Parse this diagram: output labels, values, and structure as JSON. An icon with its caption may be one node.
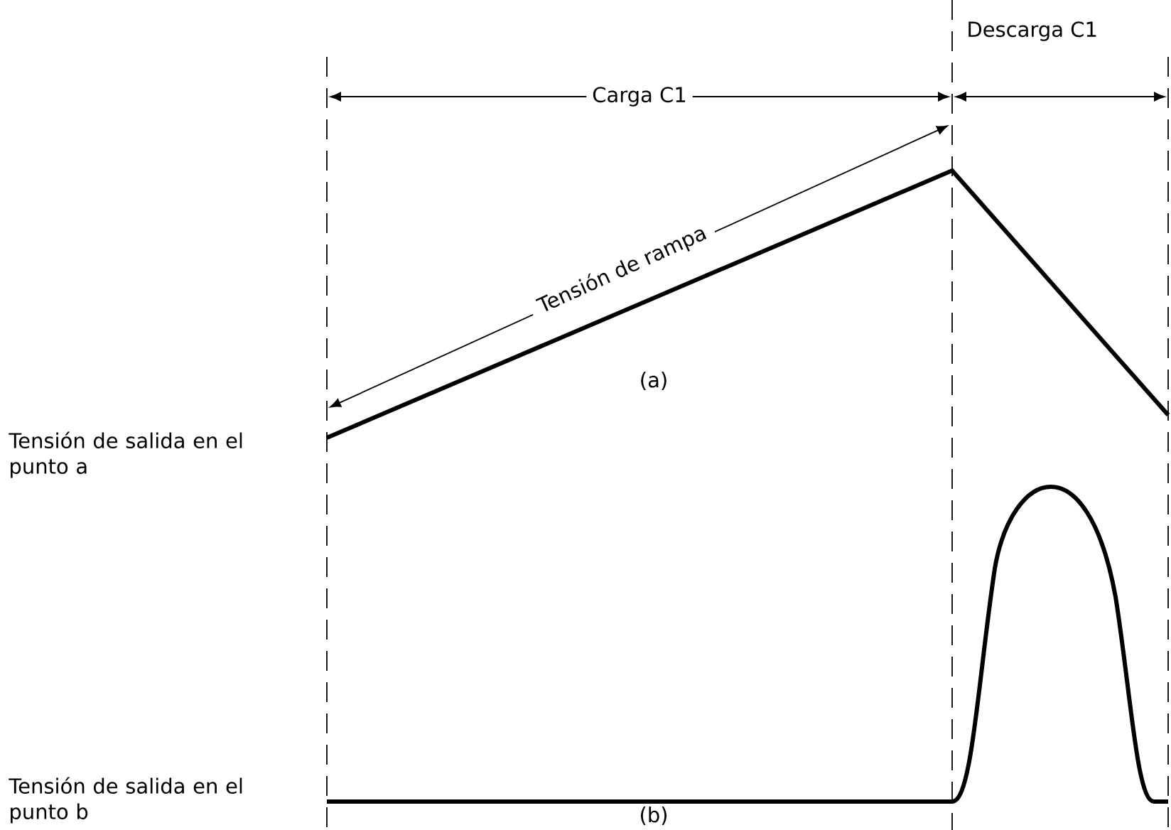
{
  "diagram": {
    "labels": [
      "Descarga C1",
      "Carga C1",
      "Tensión de rampa",
      "(a)",
      "Tensión de salida en el punto a",
      "Tensión de salida en el punto b",
      "(b)"
    ]
  }
}
